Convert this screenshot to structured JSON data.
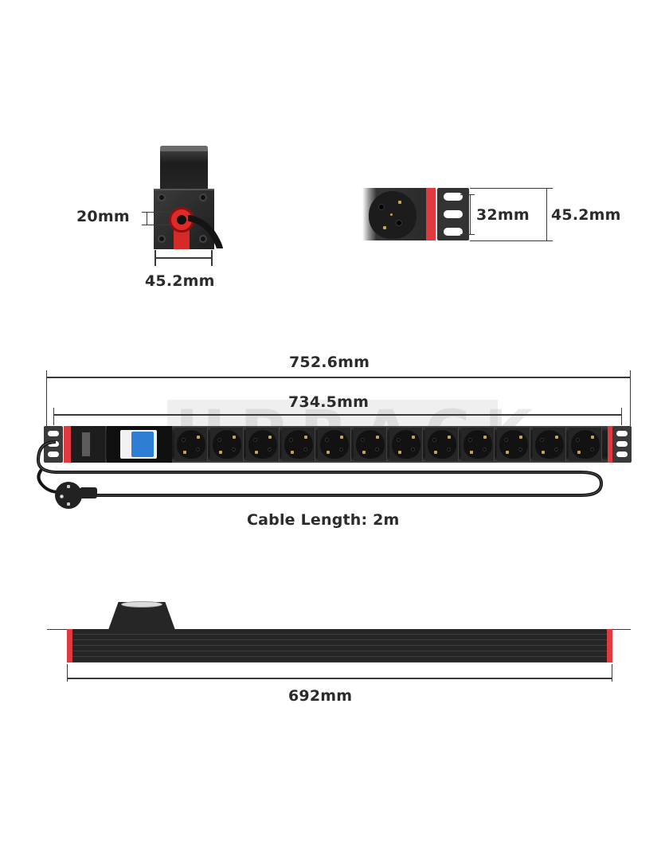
{
  "side_view": {
    "height_label": "20mm",
    "width_label": "45.2mm"
  },
  "end_view": {
    "hole_spacing_label": "32mm",
    "bracket_height_label": "45.2mm"
  },
  "main_view": {
    "overall_length_label": "752.6mm",
    "mounting_length_label": "734.5mm",
    "cable_length_label": "Cable Length: 2m",
    "watermark": "UPRACK",
    "socket_count": 12,
    "breaker": "double-pole circuit breaker"
  },
  "profile_view": {
    "body_length_label": "692mm"
  },
  "colors": {
    "accent_red": "#e0393f",
    "body_black": "#1d1d1d",
    "breaker_blue": "#2f7ed6",
    "pin_gold": "#c8a451",
    "dimension_line": "#3a3a3a"
  }
}
